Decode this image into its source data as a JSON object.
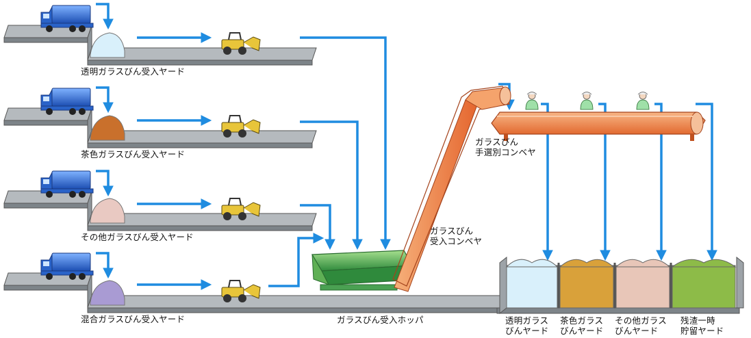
{
  "diagram": {
    "yards": [
      {
        "label": "透明ガラスびん受入ヤード",
        "pile_color": "#d9f0fb"
      },
      {
        "label": "茶色ガラスびん受入ヤード",
        "pile_color": "#c9702c"
      },
      {
        "label": "その他ガラスびん受入ヤード",
        "pile_color": "#e9c9c2"
      },
      {
        "label": "混合ガラスびん受入ヤード",
        "pile_color": "#a99bd3"
      }
    ],
    "hopper_label": "ガラスびん受入ホッパ",
    "incline_conveyor_label": {
      "line1": "ガラスびん",
      "line2": "受入コンベヤ"
    },
    "sorting_conveyor_label": {
      "line1": "ガラスびん",
      "line2": "手選別コンベヤ"
    },
    "bins": [
      {
        "line1": "透明ガラス",
        "line2": "びんヤード",
        "color": "#d9f0fb"
      },
      {
        "line1": "茶色ガラス",
        "line2": "びんヤード",
        "color": "#d9a13a"
      },
      {
        "line1": "その他ガラス",
        "line2": "びんヤード",
        "color": "#e8c6b8"
      },
      {
        "line1": "残渣一時",
        "line2": "貯留ヤード",
        "color": "#8dbb48"
      }
    ],
    "colors": {
      "arrow": "#1f8ce0",
      "platform": "#9da3a8",
      "truck": "#2a63c8",
      "conveyor": "#ef8a50",
      "hopper": "#4aa152",
      "loader": "#e8c53a"
    }
  }
}
